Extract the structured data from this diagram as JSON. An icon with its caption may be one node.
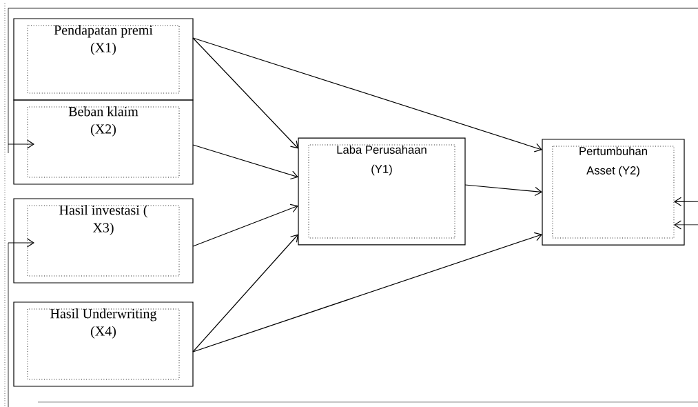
{
  "diagram": {
    "nodes": [
      {
        "text": [
          "Pendapatan premi (X1)"
        ]
      },
      {
        "text": [
          "Beban klaim (X2)"
        ]
      },
      {
        "text": [
          "Hasil investasi ( X3)"
        ]
      },
      {
        "text": [
          "Hasil Underwriting (X4)"
        ]
      },
      {
        "text": [
          "Laba Perusahaan (Y1)"
        ]
      },
      {
        "text": [
          "Pertumbuhan Asset (Y2)"
        ]
      }
    ],
    "edges": [
      {
        "from": 0,
        "to": 4,
        "arrow": "to"
      },
      {
        "from": 0,
        "to": 5,
        "arrow": "to"
      },
      {
        "from": 1,
        "to": 4,
        "arrow": "to"
      },
      {
        "from": 2,
        "to": 4,
        "arrow": "to"
      },
      {
        "from": 3,
        "to": 4,
        "arrow": "to"
      },
      {
        "from": 3,
        "to": 5,
        "arrow": "to"
      },
      {
        "from": 4,
        "to": 5,
        "arrow": "to"
      },
      {
        "from": null,
        "to": 1,
        "arrow": "to"
      },
      {
        "from": null,
        "to": 2,
        "arrow": "to"
      },
      {
        "from": null,
        "to": 5,
        "arrow": "to"
      },
      {
        "from": null,
        "to": 5,
        "arrow": "to"
      }
    ]
  }
}
